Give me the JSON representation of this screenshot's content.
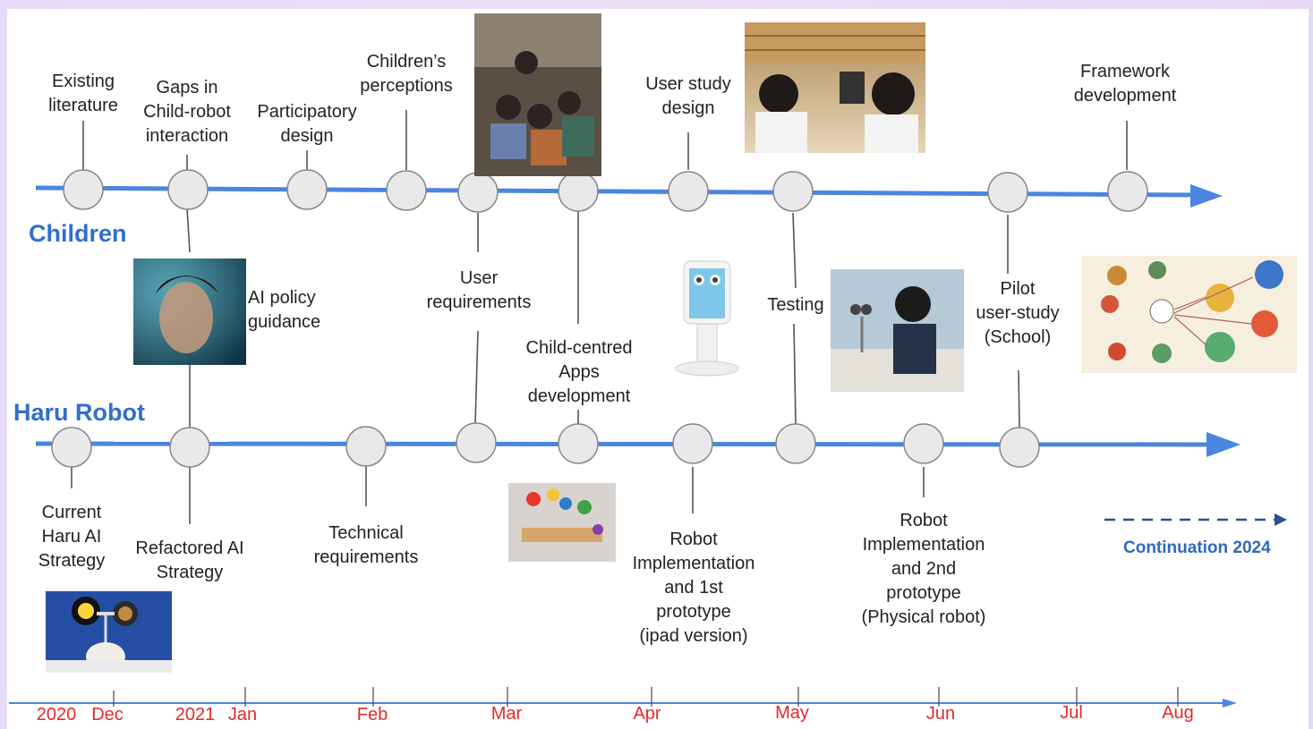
{
  "tracks": {
    "children_label": "Children",
    "robot_label": "Haru Robot"
  },
  "children_milestones": [
    {
      "id": "existing-literature",
      "text": "Existing\nliterature"
    },
    {
      "id": "gaps",
      "text": "Gaps in\nChild-robot\ninteraction"
    },
    {
      "id": "participatory",
      "text": "Participatory\ndesign"
    },
    {
      "id": "perceptions",
      "text": "Children’s\nperceptions"
    },
    {
      "id": "user-requirements",
      "text": "User\nrequirements"
    },
    {
      "id": "child-apps",
      "text": "Child-centred\nApps\ndevelopment"
    },
    {
      "id": "user-study-design",
      "text": "User study\ndesign"
    },
    {
      "id": "testing",
      "text": "Testing"
    },
    {
      "id": "pilot",
      "text": "Pilot\nuser-study\n(School)"
    },
    {
      "id": "framework",
      "text": "Framework\ndevelopment"
    }
  ],
  "robot_milestones": [
    {
      "id": "current-strategy",
      "text": "Current\nHaru AI\nStrategy"
    },
    {
      "id": "refactored",
      "text": "Refactored AI\nStrategy"
    },
    {
      "id": "ai-policy",
      "text": "AI policy\nguidance"
    },
    {
      "id": "technical",
      "text": "Technical\nrequirements"
    },
    {
      "id": "first-proto",
      "text": "Robot\nImplementation\nand 1st\nprototype\n(ipad version)"
    },
    {
      "id": "second-proto",
      "text": "Robot\nImplementation\nand 2nd\nprototype\n(Physical robot)"
    }
  ],
  "axis": {
    "year_2020": "2020",
    "year_2021": "2021",
    "months": [
      "Dec",
      "Jan",
      "Feb",
      "Mar",
      "Apr",
      "May",
      "Jun",
      "Jul",
      "Aug"
    ]
  },
  "legend": {
    "continuation": "Continuation 2024"
  },
  "colors": {
    "track_blue": "#4a86e0",
    "title_blue": "#2f6fce",
    "axis_red": "#e22a2a",
    "node_fill": "#e9e9ec",
    "node_stroke": "#888888",
    "legend_blue": "#2c6bbf"
  }
}
